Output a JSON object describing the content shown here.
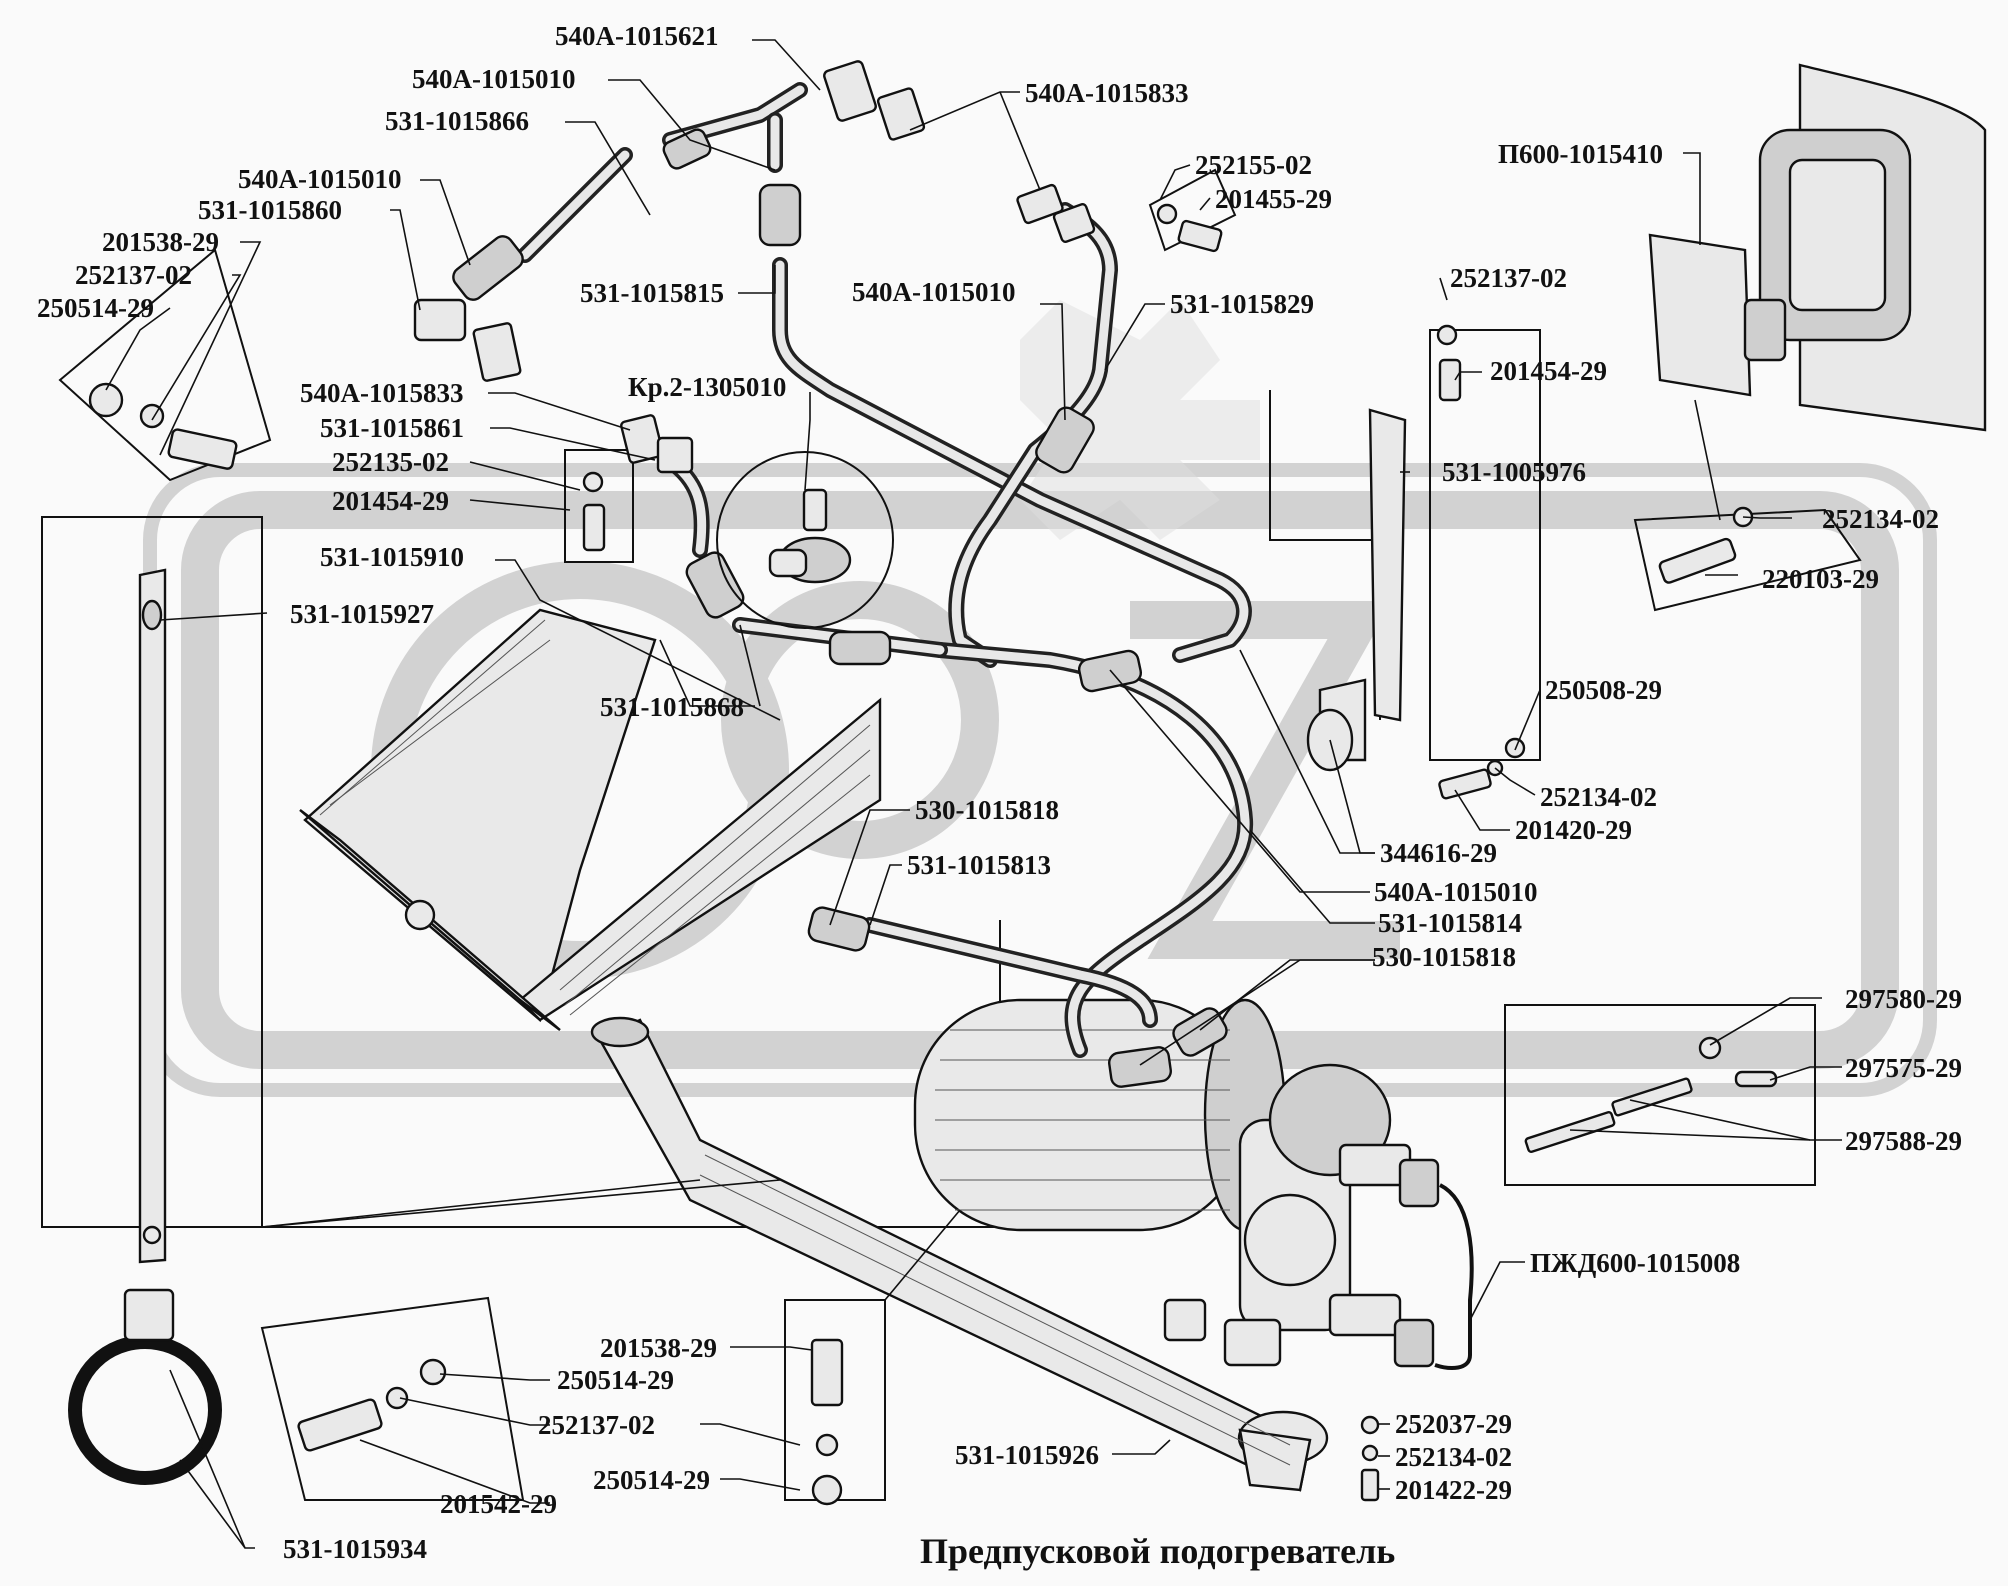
{
  "title": "Предпусковой подогреватель",
  "labels": [
    "540А-1015621",
    "540А-1015010",
    "531-1015866",
    "540А-1015833",
    "540А-1015010",
    "531-1015860",
    "201538-29",
    "252137-02",
    "250514-29",
    "252155-02",
    "201455-29",
    "П600-1015410",
    "531-1015815",
    "540А-1015010",
    "531-1015829",
    "252137-02",
    "201454-29",
    "540А-1015833",
    "Кр.2-1305010",
    "531-1015861",
    "252135-02",
    "201454-29",
    "531-1005976",
    "252134-02",
    "220103-29",
    "531-1015910",
    "531-1015927",
    "250508-29",
    "531-1015868",
    "252134-02",
    "201420-29",
    "530-1015818",
    "344616-29",
    "531-1015813",
    "540А-1015010",
    "531-1015814",
    "530-1015818",
    "297580-29",
    "297575-29",
    "297588-29",
    "ПЖД600-1015008",
    "201538-29",
    "250514-29",
    "252137-02",
    "250514-29",
    "252037-29",
    "531-1015926",
    "252134-02",
    "201422-29",
    "201542-29",
    "531-1015934"
  ],
  "watermark": "ОРЗ"
}
